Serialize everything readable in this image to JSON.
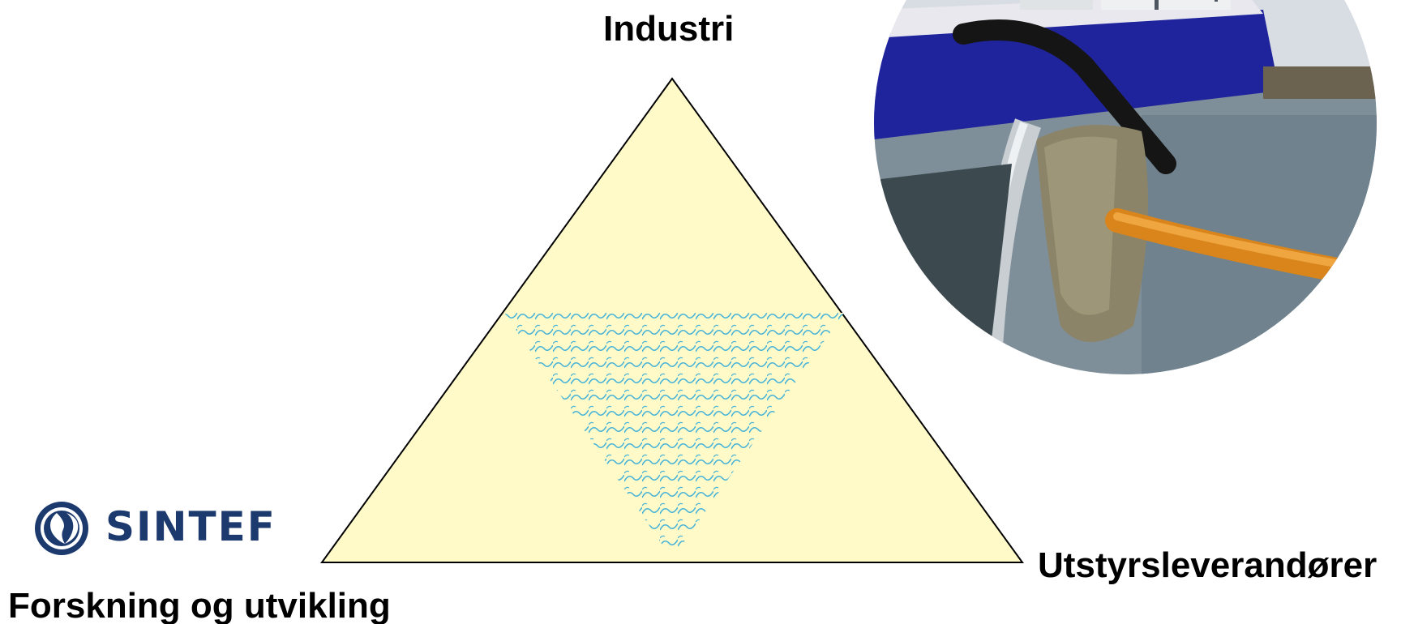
{
  "diagram": {
    "vertices": {
      "top": "Industri",
      "right": "Utstyrsleverandører",
      "left": "Forskning og utvikling"
    },
    "colors": {
      "triangle_fill": "#fffac8",
      "triangle_stroke": "#000000",
      "net_pattern": "#4ab4d8"
    }
  },
  "logo": {
    "text": "SINTEF",
    "color": "#1d3a6e"
  },
  "photo": {
    "description_icon": "fish-farm-net-photo"
  }
}
